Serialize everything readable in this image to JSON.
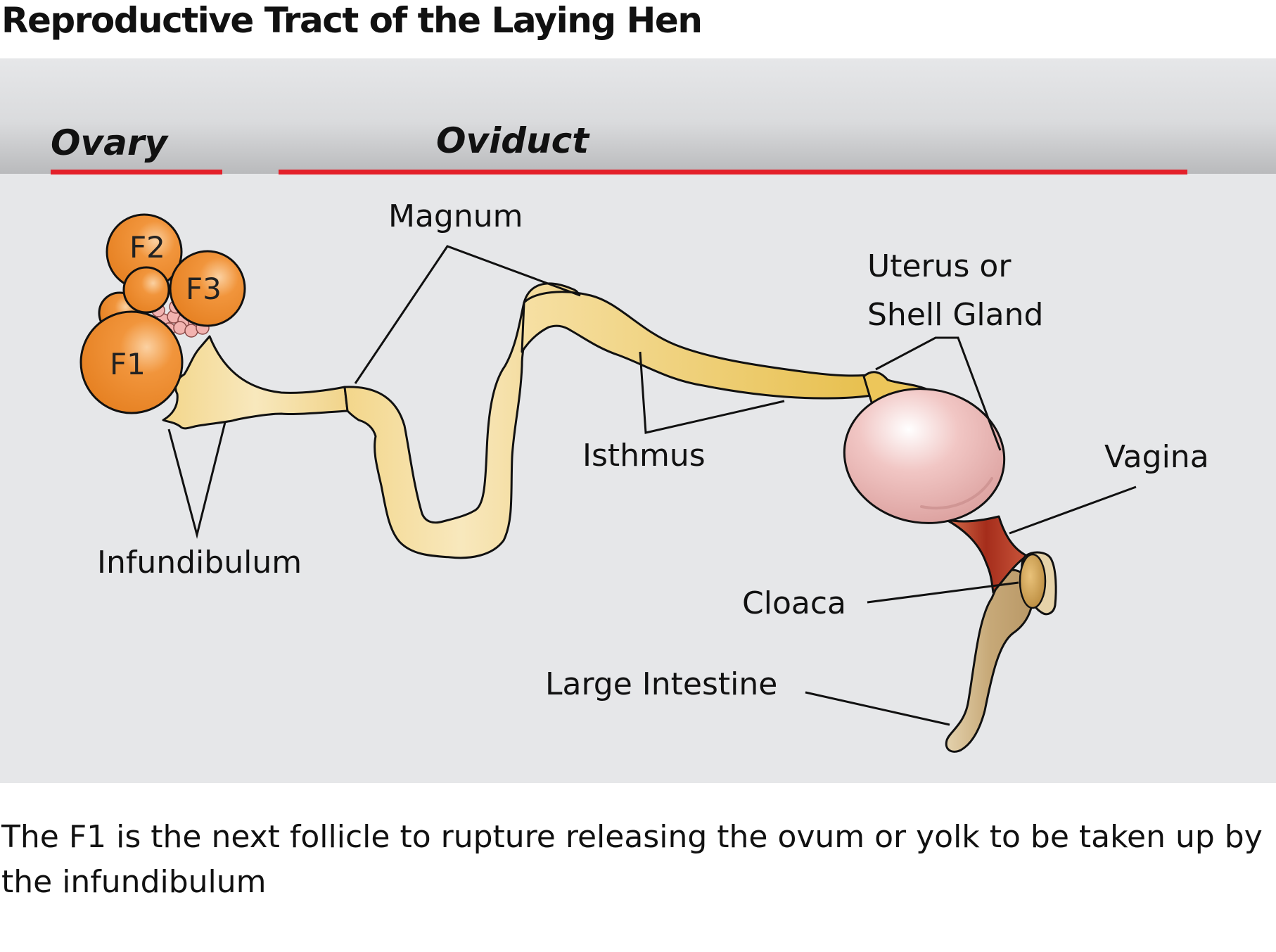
{
  "title": "Reproductive Tract of the Laying Hen",
  "sections": {
    "ovary": "Ovary",
    "oviduct": "Oviduct"
  },
  "follicles": {
    "f1": "F1",
    "f2": "F2",
    "f3": "F3"
  },
  "labels": {
    "magnum": "Magnum",
    "infundibulum": "Infundibulum",
    "isthmus": "Isthmus",
    "uterus_line1": "Uterus or",
    "uterus_line2": "Shell Gland",
    "vagina": "Vagina",
    "cloaca": "Cloaca",
    "large_intestine": "Large Intestine"
  },
  "caption": "The F1 is the next follicle to rupture releasing the ovum or yolk to be taken up by the infundibulum",
  "colors": {
    "panel": "#e6e7e9",
    "section_rule": "#e3202a",
    "follicle": "#ee8a2e",
    "oviduct": "#f4dd9e",
    "shell_gland": "#e8b3b3",
    "vagina": "#b8432a",
    "intestine": "#c9ae7c"
  }
}
